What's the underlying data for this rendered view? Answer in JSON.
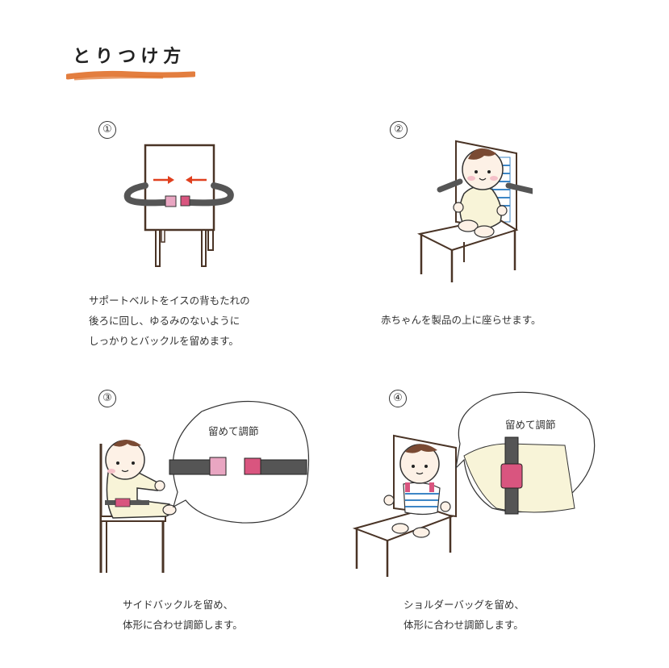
{
  "page": {
    "title": "とりつけ方",
    "accent_color": "#e0702a"
  },
  "steps": [
    {
      "number": "①",
      "caption": "サポートベルトをイスの背もたれの\n後ろに回し、ゆるみのないように\nしっかりとバックルを留めます。",
      "illustration": "belt-around-chair-back"
    },
    {
      "number": "②",
      "caption": "赤ちゃんを製品の上に座らせます。",
      "illustration": "baby-seated-on-chair"
    },
    {
      "number": "③",
      "caption": "サイドバックルを留め、\n体形に合わせ調節します。",
      "illustration": "side-buckle-closeup",
      "bubble_label": "留めて調節"
    },
    {
      "number": "④",
      "caption": "ショルダーバッグを留め、\n体形に合わせ調節します。",
      "illustration": "shoulder-strap-closeup",
      "bubble_label": "留めて調節"
    }
  ],
  "colors": {
    "belt": "#555555",
    "buckle_light": "#e9a6c2",
    "buckle_dark": "#d9557f",
    "arrow": "#e0401f",
    "chair": "#4a3426",
    "skin": "#fdf1e6",
    "clothes": "#f8f4d8",
    "hair": "#7a4a33",
    "stripe": "#3d86c6"
  }
}
